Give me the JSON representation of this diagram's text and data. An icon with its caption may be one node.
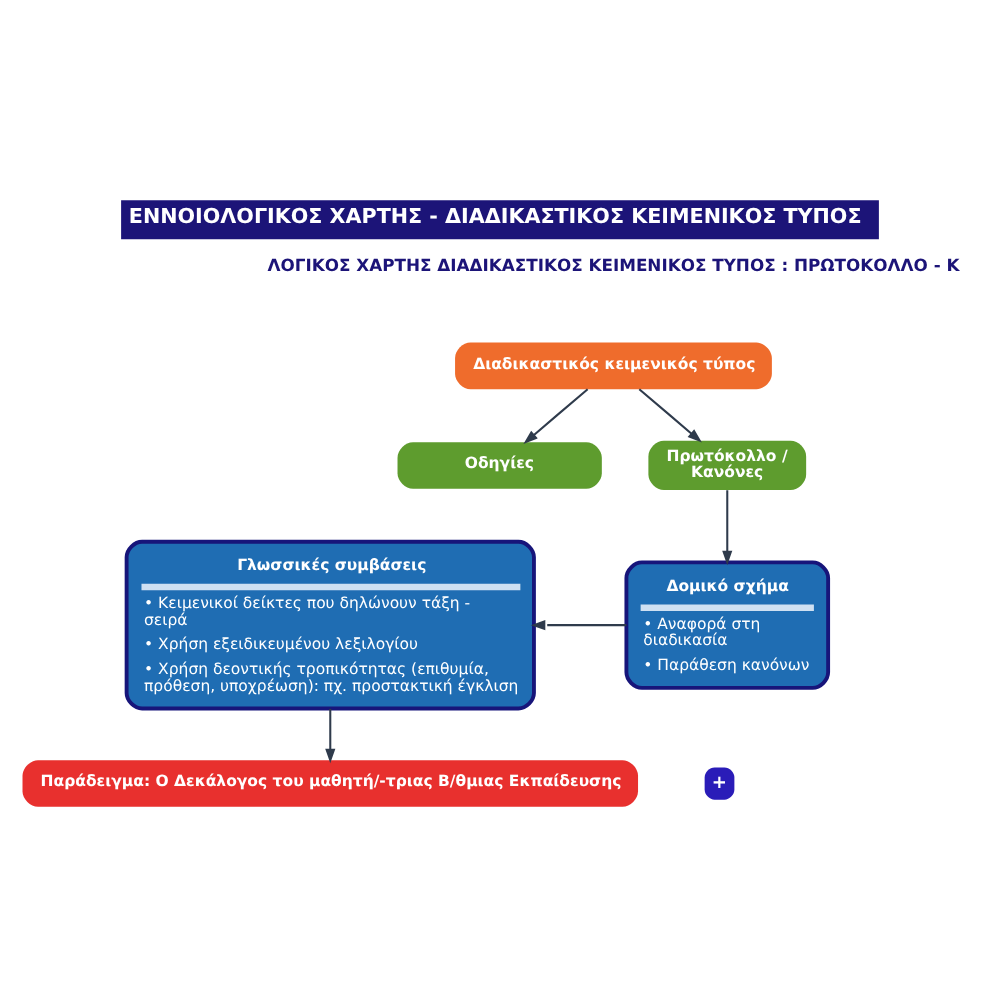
{
  "diagram": {
    "title": "ΕΝΝΟΙΟΛΟΓΙΚΟΣ ΧΑΡΤΗΣ - ΔΙΑΔΙΚΑΣΤΙΚΟΣ ΚΕΙΜΕΝΙΚΟΣ ΤΥΠΟΣ",
    "nodes": [
      {
        "text": [
          "Διαδικαστικός κειμενικός τύπος"
        ]
      },
      {
        "text": [
          "Οδηγίες"
        ]
      },
      {
        "text": [
          "Πρωτόκολλο / Κανόνες"
        ]
      },
      {
        "text": [
          "Γλωσσικές συμβάσεις",
          "• Κειμενικοί δείκτες που δηλώνουν τάξη - σειρά",
          "• Χρήση εξειδικευμένου λεξιλογίου",
          "• Χρήση δεοντικής τροπικότητας (επιθυμία, πρόθεση, υποχρέωση): πχ. προστακτική έγκλιση"
        ]
      },
      {
        "text": [
          "Δομικό σχήμα",
          "• Αναφορά στη διαδικασία",
          "• Παράθεση κανόνων"
        ]
      },
      {
        "text": [
          "Παράδειγμα: Ο Δεκάλογος του μαθητή/-τριας Β/θμιας Εκπαίδευσης"
        ]
      }
    ],
    "edges": [
      {
        "from": 0,
        "to": 1,
        "arrow": "to"
      },
      {
        "from": 0,
        "to": 2,
        "arrow": "to"
      },
      {
        "from": 2,
        "to": 4,
        "arrow": "to"
      },
      {
        "from": 4,
        "to": 3,
        "arrow": "to"
      },
      {
        "from": 3,
        "to": 5,
        "arrow": "to"
      }
    ],
    "labels": [
      "ΛΟΓΙΚΟΣ ΧΑΡΤΗΣ ΔΙΑΔΙΚΑΣΤΙΚΟΣ ΚΕΙΜΕΝΙΚΟΣ ΤΥΠΟΣ : ΠΡΩΤΟΚΟΛΛΟ - Κ",
      "+"
    ]
  }
}
